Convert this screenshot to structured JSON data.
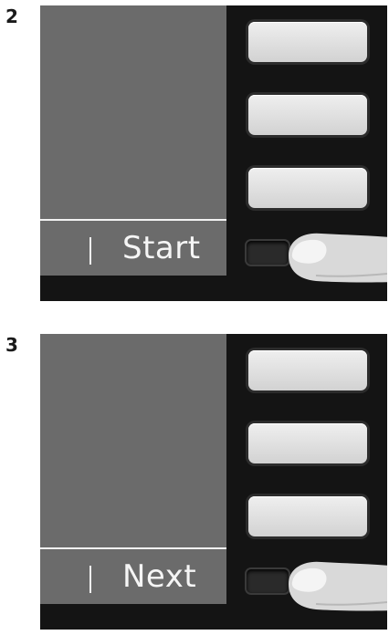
{
  "steps": [
    {
      "number": "2",
      "separator": "|",
      "softkey_label": "Start"
    },
    {
      "number": "3",
      "separator": "|",
      "softkey_label": "Next"
    }
  ]
}
